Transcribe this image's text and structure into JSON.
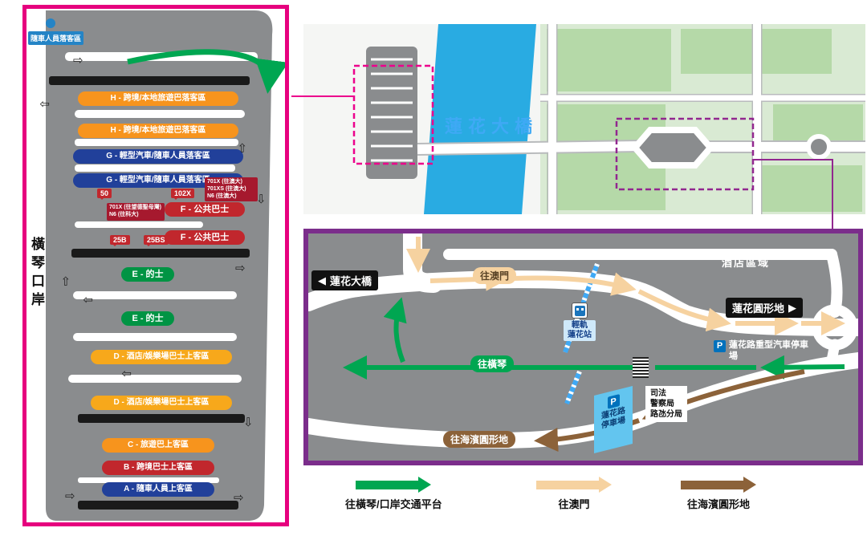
{
  "colors": {
    "pink_border": "#e6007e",
    "purple_border": "#7b2d8b",
    "road_gray": "#8a8c8e",
    "water_blue": "#29abe2",
    "park_green": "#b5d9a8",
    "green_route": "#00a651",
    "tan_route": "#f6d2a0",
    "brown_route": "#8c6239",
    "orange_zone": "#f7941d",
    "blue_zone": "#21409a",
    "red_zone": "#c1272d",
    "green_zone": "#009444",
    "yellow_zone": "#f7a81b"
  },
  "icons": {
    "flow_arrow": "⇨",
    "left_arrow": "◀",
    "right_arrow": "▶",
    "parking": "P"
  },
  "left_panel": {
    "port_label": "橫琴口岸",
    "dropoff_tag": "隨車人員落客區",
    "zones": [
      {
        "label": "H - 跨境/本地旅遊巴落客區",
        "color": "#f7941d"
      },
      {
        "label": "H - 跨境/本地旅遊巴落客區",
        "color": "#f7941d"
      },
      {
        "label": "G - 輕型汽車/隨車人員落客區",
        "color": "#21409a"
      },
      {
        "label": "G - 輕型汽車/隨車人員落客區",
        "color": "#21409a"
      },
      {
        "label": "F - 公共巴士",
        "color": "#c1272d"
      },
      {
        "label": "F - 公共巴士",
        "color": "#c1272d"
      },
      {
        "label": "E - 的士",
        "color": "#009444"
      },
      {
        "label": "E - 的士",
        "color": "#009444"
      },
      {
        "label": "D - 酒店/娛樂場巴士上客區",
        "color": "#f7a81b"
      },
      {
        "label": "D - 酒店/娛樂場巴士上客區",
        "color": "#f7a81b"
      },
      {
        "label": "C - 旅遊巴上客區",
        "color": "#f7941d"
      },
      {
        "label": "B - 跨境巴士上客區",
        "color": "#c1272d"
      },
      {
        "label": "A - 隨車人員上客區",
        "color": "#21409a"
      }
    ],
    "bus_stops": [
      "50",
      "102X",
      "25B",
      "25BS"
    ],
    "bus_note_1": "701X (往澳大)\n701XS (往澳大)\nN6 (往澳大)",
    "bus_note_2": "701X (往望德聖母灣)\nN6 (往科大)"
  },
  "overview_map": {
    "bridge_label": "蓮花大橋"
  },
  "detail_map": {
    "bridge_label": "蓮花大橋",
    "to_macau_label": "往澳門",
    "hotel_area_label": "酒店區域",
    "station_label_line1": "輕軌",
    "station_label_line2": "蓮花站",
    "roundabout_label": "蓮花圓形地",
    "heavy_parking_label": "蓮花路重型汽車停車場",
    "to_hengqin_label": "往橫琴",
    "police_line1": "司法",
    "police_line2": "警察局",
    "police_line3": "路氹分局",
    "parking_line1": "蓮花路",
    "parking_line2": "停車場",
    "to_seaside_label": "往海濱圓形地"
  },
  "legend": {
    "items": [
      {
        "label": "往橫琴/口岸交通平台",
        "color": "#00a651"
      },
      {
        "label": "往澳門",
        "color": "#f6d2a0"
      },
      {
        "label": "往海濱圓形地",
        "color": "#8c6239"
      }
    ]
  }
}
